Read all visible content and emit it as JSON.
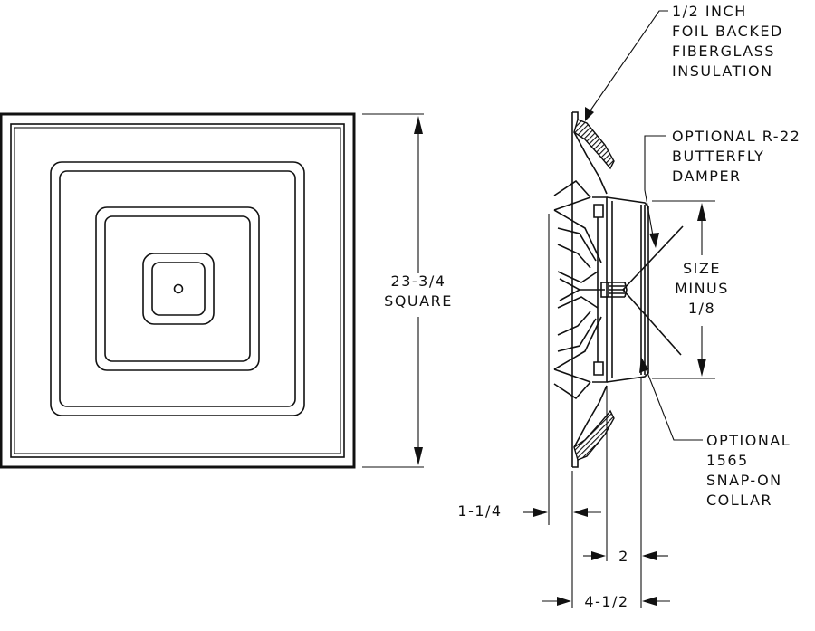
{
  "labels": {
    "insulation": [
      "1/2 INCH",
      "FOIL BACKED",
      "FIBERGLASS",
      "INSULATION"
    ],
    "damper": [
      "OPTIONAL R-22",
      "BUTTERFLY",
      "DAMPER"
    ],
    "size": [
      "SIZE",
      "MINUS",
      "1/8"
    ],
    "collar": [
      "OPTIONAL",
      "1565",
      "SNAP-ON",
      "COLLAR"
    ],
    "square": [
      "23-3/4",
      "SQUARE"
    ],
    "dim_depth_front": "1-1/4",
    "dim_collar_depth": "2",
    "dim_overall_depth": "4-1/2"
  },
  "colors": {
    "line": "#111111",
    "background": "#ffffff"
  }
}
